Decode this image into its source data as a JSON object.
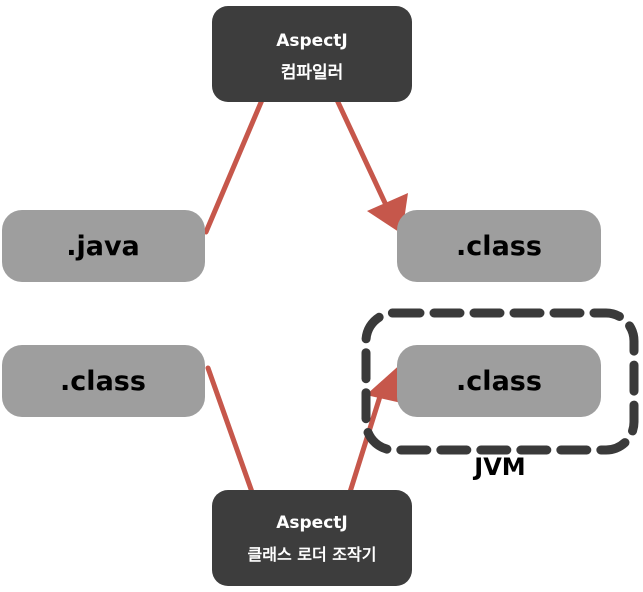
{
  "diagram": {
    "top_box": {
      "line1": "AspectJ",
      "line2": "컴파일러"
    },
    "bottom_box": {
      "line1": "AspectJ",
      "line2": "클래스 로더 조작기"
    },
    "java_box": {
      "label": ".java"
    },
    "class_top_right": {
      "label": ".class"
    },
    "class_bottom_left": {
      "label": ".class"
    },
    "class_jvm": {
      "label": ".class"
    },
    "jvm_label": "JVM",
    "colors": {
      "dark_box": "#3d3d3d",
      "gray_box": "#9e9e9e",
      "arrow": "#c6574b",
      "dash": "#3a3a3a",
      "text_light": "#ffffff",
      "text_dark": "#000000"
    }
  }
}
